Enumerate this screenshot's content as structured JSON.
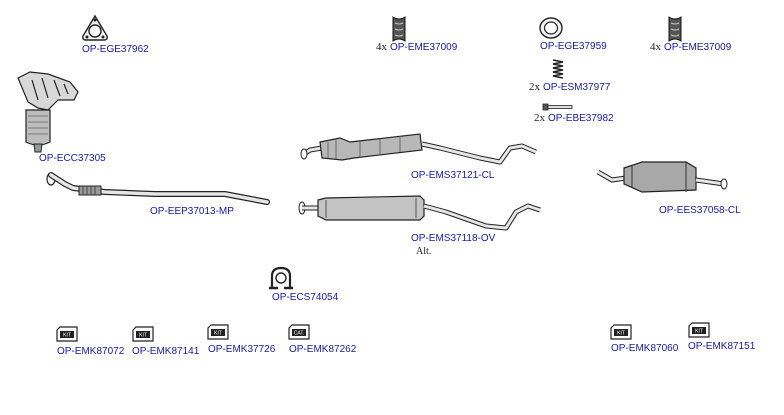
{
  "parts": [
    {
      "id": "ege37962",
      "label": "OP-EGE37962",
      "qty": ""
    },
    {
      "id": "eme37009a",
      "label": "OP-EME37009",
      "qty": "4x"
    },
    {
      "id": "ege37959",
      "label": "OP-EGE37959",
      "qty": ""
    },
    {
      "id": "eme37009b",
      "label": "OP-EME37009",
      "qty": "4x"
    },
    {
      "id": "esm37977",
      "label": "OP-ESM37977",
      "qty": "2x"
    },
    {
      "id": "ebe37982",
      "label": "OP-EBE37982",
      "qty": "2x"
    },
    {
      "id": "ecc37305",
      "label": "OP-ECC37305",
      "qty": ""
    },
    {
      "id": "ems37121",
      "label": "OP-EMS37121-CL",
      "qty": ""
    },
    {
      "id": "ees37058",
      "label": "OP-EES37058-CL",
      "qty": ""
    },
    {
      "id": "eep37013",
      "label": "OP-EEP37013-MP",
      "qty": ""
    },
    {
      "id": "ems37118",
      "label": "OP-EMS37118-OV",
      "qty": ""
    },
    {
      "id": "ecs74054",
      "label": "OP-ECS74054",
      "qty": ""
    },
    {
      "id": "emk87072",
      "label": "OP-EMK87072",
      "qty": ""
    },
    {
      "id": "emk87141",
      "label": "OP-EMK87141",
      "qty": ""
    },
    {
      "id": "emk37726",
      "label": "OP-EMK37726",
      "qty": ""
    },
    {
      "id": "emk87262",
      "label": "OP-EMK87262",
      "qty": ""
    },
    {
      "id": "emk87060",
      "label": "OP-EMK87060",
      "qty": ""
    },
    {
      "id": "emk87151",
      "label": "OP-EMK87151",
      "qty": ""
    }
  ],
  "alt_note": "Alt.",
  "kit_labels": {
    "kit": "KIT",
    "cat": "CAT."
  },
  "colors": {
    "link": "#1a1aa0",
    "line": "#222222",
    "fill": "#bdbdbd"
  }
}
